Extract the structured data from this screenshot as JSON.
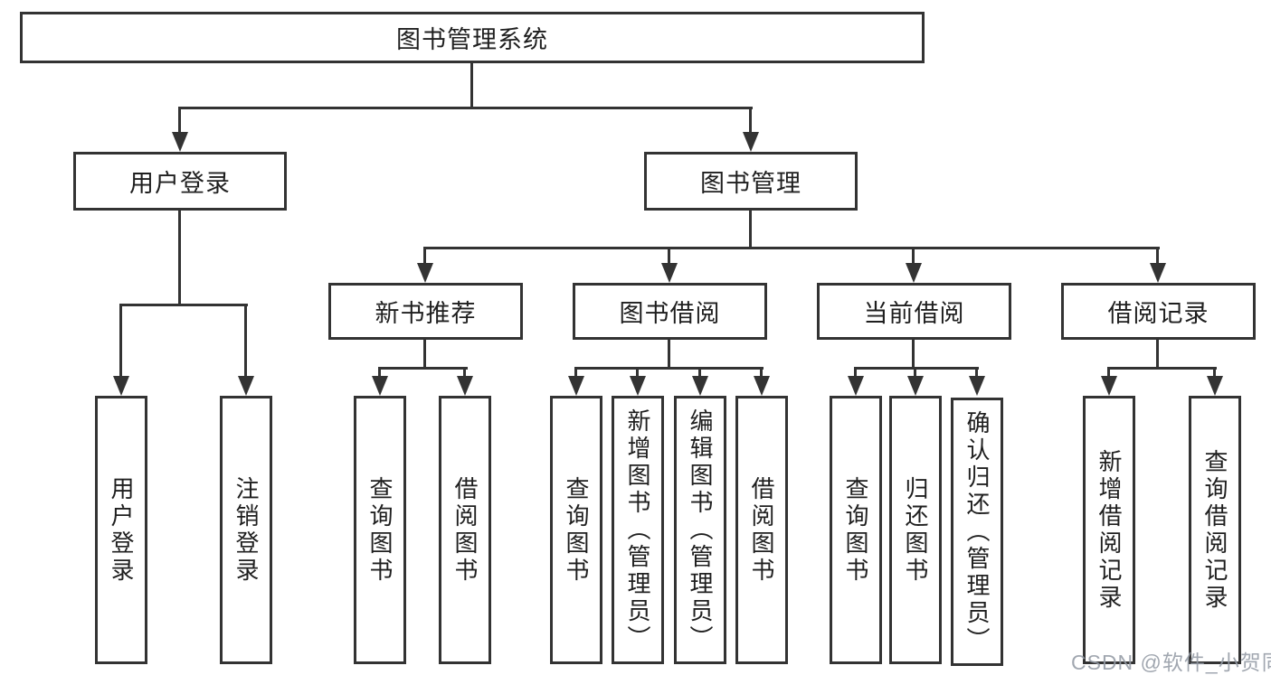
{
  "diagram": {
    "root": {
      "label": "图书管理系统"
    },
    "branches": {
      "user_login": {
        "label": "用户登录"
      },
      "book_mgmt": {
        "label": "图书管理"
      }
    },
    "modules": {
      "new_book_rec": {
        "label": "新书推荐"
      },
      "book_borrow": {
        "label": "图书借阅"
      },
      "current_borrow": {
        "label": "当前借阅"
      },
      "borrow_record": {
        "label": "借阅记录"
      }
    },
    "leaves": {
      "user_login": [
        {
          "label": "用户登录"
        },
        {
          "label": "注销登录"
        }
      ],
      "new_book_rec": [
        {
          "label": "查询图书"
        },
        {
          "label": "借阅图书"
        }
      ],
      "book_borrow": [
        {
          "label": "查询图书"
        },
        {
          "label": "新增图书（管理员）"
        },
        {
          "label": "编辑图书（管理员）"
        },
        {
          "label": "借阅图书"
        }
      ],
      "current_borrow": [
        {
          "label": "查询图书"
        },
        {
          "label": "归还图书"
        },
        {
          "label": "确认归还（管理员）"
        }
      ],
      "borrow_record": [
        {
          "label": "新增借阅记录"
        },
        {
          "label": "查询借阅记录"
        }
      ]
    },
    "colors": {
      "line": "#333333",
      "box_border": "#333333",
      "text": "#1f1f1f",
      "watermark": "#949ba5",
      "background": "#ffffff"
    }
  },
  "watermark": {
    "text": "CSDN @软件_小贺同学"
  }
}
